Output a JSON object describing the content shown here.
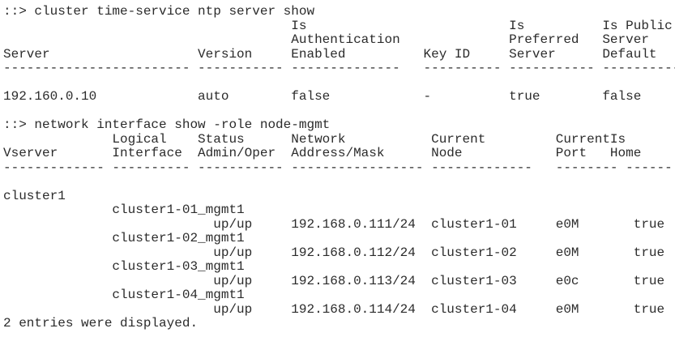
{
  "terminal": {
    "text_color": "#2b2b2b",
    "background": "#ffffff",
    "prompt": "::>",
    "commands": [
      "cluster time-service ntp server show",
      "network interface show -role node-mgmt"
    ],
    "ntp_table": {
      "columns": [
        "Server",
        "Version",
        "Is Authentication Enabled",
        "Key ID",
        "Is Preferred Server",
        "Is Public Server Default"
      ],
      "rows": [
        [
          "192.160.0.10",
          "auto",
          "false",
          "-",
          "true",
          "false"
        ]
      ]
    },
    "interfaces_table": {
      "columns": [
        "Vserver",
        "Logical Interface",
        "Status Admin/Oper",
        "Network Address/Mask",
        "Current Node",
        "Current Port",
        "Is Home"
      ],
      "vserver": "cluster1",
      "rows": [
        [
          "cluster1-01_mgmt1",
          "up/up",
          "192.168.0.111/24",
          "cluster1-01",
          "e0M",
          "true"
        ],
        [
          "cluster1-02_mgmt1",
          "up/up",
          "192.168.0.112/24",
          "cluster1-02",
          "e0M",
          "true"
        ],
        [
          "cluster1-03_mgmt1",
          "up/up",
          "192.168.0.113/24",
          "cluster1-03",
          "e0c",
          "true"
        ],
        [
          "cluster1-04_mgmt1",
          "up/up",
          "192.168.0.114/24",
          "cluster1-04",
          "e0M",
          "true"
        ]
      ]
    },
    "footer": "2 entries were displayed.",
    "lines": [
      [
        [
          0,
          "::> cluster time-service ntp server show"
        ]
      ],
      [
        [
          37,
          "Is"
        ],
        [
          65,
          "Is"
        ],
        [
          77,
          "Is Public"
        ]
      ],
      [
        [
          37,
          "Authentication"
        ],
        [
          65,
          "Preferred"
        ],
        [
          77,
          "Server"
        ]
      ],
      [
        [
          0,
          "Server"
        ],
        [
          25,
          "Version"
        ],
        [
          37,
          "Enabled"
        ],
        [
          54,
          "Key ID"
        ],
        [
          65,
          "Server"
        ],
        [
          77,
          "Default"
        ]
      ],
      [
        [
          0,
          "------------------------"
        ],
        [
          25,
          "-----------"
        ],
        [
          37,
          "--------------"
        ],
        [
          54,
          "----------"
        ],
        [
          65,
          "-----------"
        ],
        [
          77,
          "------------"
        ]
      ],
      [],
      [
        [
          0,
          "192.160.0.10"
        ],
        [
          25,
          "auto"
        ],
        [
          37,
          "false"
        ],
        [
          54,
          "-"
        ],
        [
          65,
          "true"
        ],
        [
          77,
          "false"
        ]
      ],
      [],
      [
        [
          0,
          "::> network interface show -role node-mgmt"
        ]
      ],
      [
        [
          14,
          "Logical"
        ],
        [
          25,
          "Status"
        ],
        [
          37,
          "Network"
        ],
        [
          55,
          "Current"
        ],
        [
          71,
          "Current"
        ],
        [
          78,
          "Is"
        ]
      ],
      [
        [
          0,
          "Vserver"
        ],
        [
          14,
          "Interface"
        ],
        [
          25,
          "Admin/Oper"
        ],
        [
          37,
          "Address/Mask"
        ],
        [
          55,
          "Node"
        ],
        [
          71,
          "Port"
        ],
        [
          78,
          "Home"
        ]
      ],
      [
        [
          0,
          "-------------"
        ],
        [
          14,
          "----------"
        ],
        [
          25,
          "-----------"
        ],
        [
          37,
          "-----------------"
        ],
        [
          55,
          "-------------"
        ],
        [
          71,
          "--------"
        ],
        [
          80,
          "------"
        ]
      ],
      [],
      [
        [
          0,
          "cluster1"
        ]
      ],
      [
        [
          14,
          "cluster1-01_mgmt1"
        ]
      ],
      [
        [
          27,
          "up/up"
        ],
        [
          37,
          "192.168.0.111/24"
        ],
        [
          55,
          "cluster1-01"
        ],
        [
          71,
          "e0M"
        ],
        [
          81,
          "true"
        ]
      ],
      [
        [
          14,
          "cluster1-02_mgmt1"
        ]
      ],
      [
        [
          27,
          "up/up"
        ],
        [
          37,
          "192.168.0.112/24"
        ],
        [
          55,
          "cluster1-02"
        ],
        [
          71,
          "e0M"
        ],
        [
          81,
          "true"
        ]
      ],
      [
        [
          14,
          "cluster1-03_mgmt1"
        ]
      ],
      [
        [
          27,
          "up/up"
        ],
        [
          37,
          "192.168.0.113/24"
        ],
        [
          55,
          "cluster1-03"
        ],
        [
          71,
          "e0c"
        ],
        [
          81,
          "true"
        ]
      ],
      [
        [
          14,
          "cluster1-04_mgmt1"
        ]
      ],
      [
        [
          27,
          "up/up"
        ],
        [
          37,
          "192.168.0.114/24"
        ],
        [
          55,
          "cluster1-04"
        ],
        [
          71,
          "e0M"
        ],
        [
          81,
          "true"
        ]
      ],
      [
        [
          0,
          "2 entries were displayed."
        ]
      ]
    ]
  }
}
